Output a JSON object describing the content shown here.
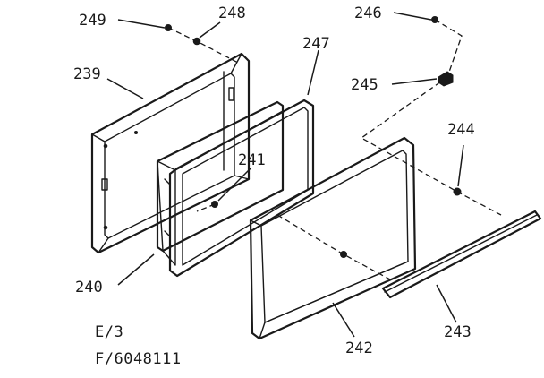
{
  "callouts": {
    "c249": "249",
    "c248": "248",
    "c246": "246",
    "c247": "247",
    "c239": "239",
    "c245": "245",
    "c244": "244",
    "c241": "241",
    "c240": "240",
    "c242": "242",
    "c243": "243"
  },
  "footer": {
    "line1": "E/3",
    "line2": "F/6048111"
  }
}
